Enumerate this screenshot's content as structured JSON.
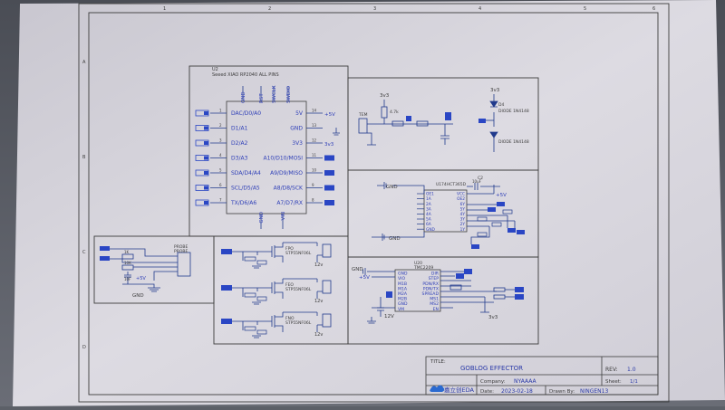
{
  "colors": {
    "wire": "#203a8c",
    "label": "#3040b8",
    "frame": "#3c3c3c",
    "paper": "#d8d6de",
    "net_flag": "#2a46c4",
    "title_text": "#2b3aa8"
  },
  "frame": {
    "col_numbers": [
      "1",
      "2",
      "3",
      "4",
      "5",
      "6"
    ],
    "row_letters": [
      "A",
      "B",
      "C",
      "D"
    ]
  },
  "title_block": {
    "title_label": "TITLE:",
    "title_value": "GOBLOG EFFECTOR",
    "rev_label": "REV:",
    "rev_value": "1.0",
    "company_label": "Company:",
    "company_value": "NYAAAA",
    "sheet_label": "Sheet:",
    "sheet_value": "1/1",
    "date_label": "Date:",
    "date_value": "2023-02-18",
    "drawn_label": "Drawn By:",
    "drawn_value": "NINGEN13",
    "logo_text": "嘉立创EDA"
  },
  "mcu": {
    "ref": "U2",
    "name": "Seeed XIAO RP2040 ALL PINS",
    "left_pins": [
      "DAC/D0/A0",
      "D1/A1",
      "D2/A2",
      "D3/A3",
      "SDA/D4/A4",
      "SCL/D5/A5",
      "TX/D6/A6"
    ],
    "left_nums": [
      "1",
      "2",
      "3",
      "4",
      "5",
      "6",
      "7"
    ],
    "right_pins": [
      "5V",
      "GND",
      "3V3",
      "A10/D10/MOSI",
      "A9/D9/MISO",
      "A8/D8/SCK",
      "A7/D7/RX"
    ],
    "right_nums": [
      "14",
      "13",
      "12",
      "11",
      "10",
      "9",
      "8"
    ],
    "top_pins": [
      "GND",
      "RST",
      "SWCLK",
      "SWDIO"
    ],
    "bottom_pins": [
      "GND",
      "VIN"
    ],
    "supply_5v": "+5V",
    "supply_3v3": "3v3",
    "supply_gnd": "GND"
  },
  "sensor": {
    "supply": "3v3",
    "sensor_name": "TEM",
    "resistor": "4.7k",
    "diode_top": "D4",
    "diode_top_name": "DIODE 1N4148",
    "diode_bottom_name": "DIODE 1N4148",
    "diode_supply": "3v3",
    "gnd": "GND"
  },
  "shift_reg": {
    "ref": "U1",
    "name": "74HCT365D",
    "pins_left": [
      "OE1",
      "1A",
      "2A",
      "3A",
      "4A",
      "5A",
      "6A",
      "GND"
    ],
    "pins_right": [
      "VCC",
      "OE2",
      "6Y",
      "5Y",
      "4Y",
      "3Y",
      "2Y",
      "1Y"
    ],
    "cap": "C2",
    "cap_value": "10uF",
    "supply": "+5V",
    "gnd": "GND"
  },
  "driver": {
    "ref": "U20",
    "name": "TMC2209",
    "pins_left": [
      "GND",
      "VIO",
      "M1B",
      "M1A",
      "M2A",
      "M2B",
      "GND",
      "VM"
    ],
    "pins_right": [
      "DIR",
      "STEP",
      "PDN/RX",
      "PDN/TX",
      "SPREAD",
      "MS1",
      "MS2",
      "EN"
    ],
    "supply": "+5V",
    "gnd": "GND",
    "vm": "12V",
    "logic": "3v3"
  },
  "probe": {
    "name": "PROBE",
    "resistor_a": "1K",
    "resistor_b": "10K",
    "cap": "10F",
    "supply": "+5V",
    "gnd": "GND"
  },
  "mosfets": [
    {
      "label": "FPO",
      "part": "STP55NF06L",
      "supply": "12v"
    },
    {
      "label": "FEO",
      "part": "STP55NF06L",
      "supply": "12v"
    },
    {
      "label": "FNO",
      "part": "STP55NF06L",
      "supply": "12v"
    }
  ]
}
